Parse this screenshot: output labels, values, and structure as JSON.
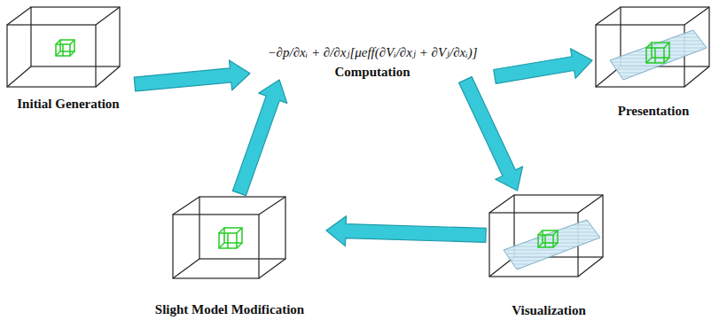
{
  "diagram": {
    "nodes": [
      {
        "text": [
          "Initial Generation"
        ]
      },
      {
        "text": [
          "−∂p/∂xᵢ + ∂/∂xⱼ[μeff(∂Vᵢ/∂xⱼ + ∂Vⱼ/∂xᵢ)]",
          "Computation"
        ]
      },
      {
        "text": [
          "Presentation"
        ]
      },
      {
        "text": [
          "Slight Model Modification"
        ]
      },
      {
        "text": [
          "Visualization"
        ]
      }
    ],
    "edges": [
      {
        "from": 0,
        "to": 1,
        "arrow": "to"
      },
      {
        "from": 1,
        "to": 2,
        "arrow": "to"
      },
      {
        "from": 1,
        "to": 4,
        "arrow": "to"
      },
      {
        "from": 4,
        "to": 3,
        "arrow": "to"
      },
      {
        "from": 3,
        "to": 1,
        "arrow": "to"
      }
    ]
  }
}
